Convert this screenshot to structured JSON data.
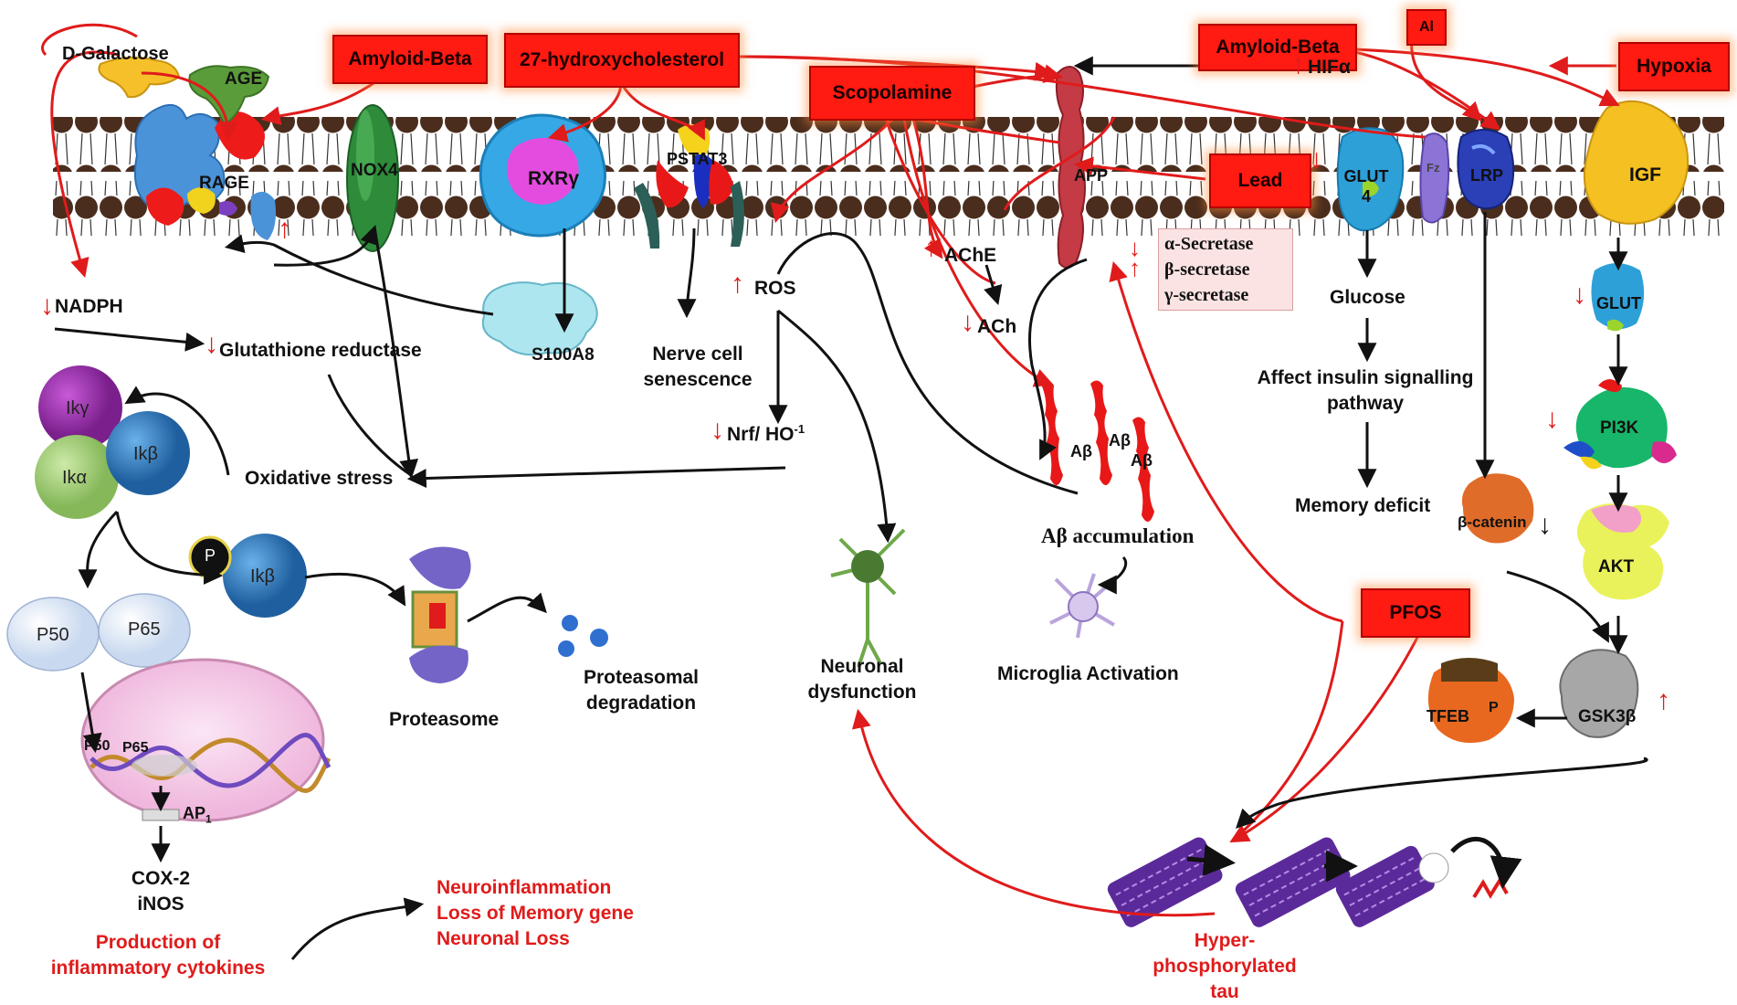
{
  "stimuli": {
    "d_galactose": "D-Galactose",
    "age": "AGE",
    "amyloid_beta_left": "Amyloid-Beta",
    "hydroxycholesterol": "27-hydroxycholesterol",
    "scopolamine": "Scopolamine",
    "amyloid_beta_right": "Amyloid-Beta",
    "al": "Al",
    "hypoxia": "Hypoxia",
    "lead": "Lead",
    "pfos": "PFOS"
  },
  "membrane": {
    "rage": "RAGE",
    "nox4": "NOX4",
    "rxr": "RXRγ",
    "pstat3": "PSTAT3",
    "app": "APP",
    "glut4": "GLUT 4",
    "fz": "Fz",
    "lrp": "LRP",
    "igf": "IGF"
  },
  "pathway": {
    "hifa": "HIFα",
    "nadph": "NADPH",
    "glutathione": "Glutathione reductase",
    "s100a8": "S100A8",
    "nerve_senescence": "Nerve cell senescence",
    "ros": "ROS",
    "nrf": "Nrf/ HO",
    "nrf_sup": "-1",
    "ache": "AChE",
    "ach": "ACh",
    "alpha_sec": "α-Secretase",
    "beta_sec": "β-secretase",
    "gamma_sec": "γ-secretase",
    "glucose": "Glucose",
    "insulin": "Affect insulin signalling pathway",
    "memory_deficit": "Memory deficit",
    "oxidative_stress": "Oxidative stress",
    "abeta_label_1": "Aβ",
    "abeta_label_2": "Aβ",
    "abeta_label_3": "Aβ",
    "abeta_accumulation": "Aβ accumulation",
    "microglia": "Microglia Activation",
    "neuronal_dysfunction": "Neuronal dysfunction",
    "beta_catenin": "β-catenin",
    "glut": "GLUT",
    "pi3k": "PI3K",
    "akt": "AKT",
    "gsk3b": "GSK3β",
    "tfeb": "TFEB",
    "p": "P",
    "hyper_tau": "Hyper-phosphorylated tau"
  },
  "nfkb": {
    "ikg": "Ikγ",
    "ika": "Ikα",
    "ikb": "Ikβ",
    "p_ikb": "Ikβ",
    "p": "P",
    "p50": "P50",
    "p65": "P65",
    "p50_dna": "P50",
    "p65_dna": "P65",
    "ap1": "AP",
    "ap1_sub": "1",
    "cox2": "COX-2",
    "inos": "iNOS",
    "cytokines": "Production of inflammatory cytokines",
    "proteasome": "Proteasome",
    "proteasomal": "Proteasomal degradation"
  },
  "outcomes": {
    "neuroinflammation": "Neuroinflammation",
    "memory_gene": "Loss of Memory gene",
    "neuronal_loss": "Neuronal Loss"
  },
  "colors": {
    "stimulus_box": "#ff1a12",
    "red_arrow": "#e01b1b",
    "black_arrow": "#111111",
    "lipid_head": "#4a2d1d",
    "tau": "#5b2a9a",
    "abeta": "#e81818"
  }
}
